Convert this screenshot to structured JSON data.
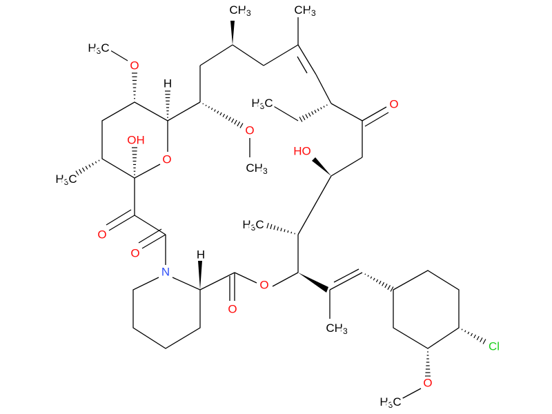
{
  "molecule": {
    "atom_colors": {
      "C": "#000000",
      "O": "#ff0d0d",
      "N": "#3050f8",
      "Cl": "#1fd01f"
    },
    "labels": {
      "methyl_top1": "CH3",
      "methyl_top2": "CH3",
      "methoxy_left_c": "H3C",
      "methoxy_left_o": "O",
      "pyran_h": "H",
      "pyran_oh": "OH",
      "pyran_o": "O",
      "pyran_methyl": "H3C",
      "side_methoxy_o": "O",
      "side_methoxy_c": "CH3",
      "ethyl_c": "H3C",
      "ketone_o": "O",
      "hydroxyl": "HO",
      "methyl_mid": "H3C",
      "ketone_o2": "O",
      "amide_o": "O",
      "nitrogen": "N",
      "pip_h": "H",
      "ester_c_o": "O",
      "ester_o": "O",
      "vinyl_methyl": "CH3",
      "chloro": "Cl",
      "ring_methoxy_o": "O",
      "ring_methoxy_c": "H3C"
    }
  }
}
